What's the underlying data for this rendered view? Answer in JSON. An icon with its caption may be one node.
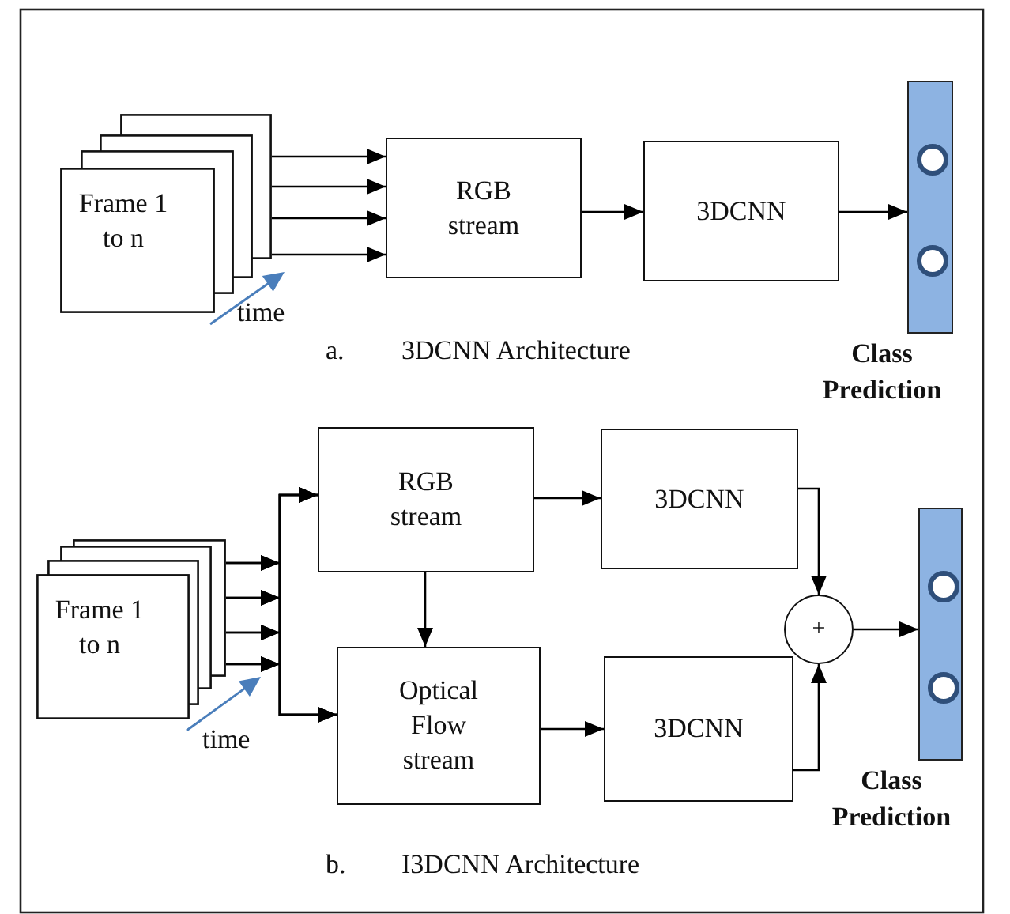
{
  "diagram": {
    "nodes": [
      {
        "text": [
          "Frame 1 to n"
        ]
      },
      {
        "text": [
          "RGB stream"
        ]
      },
      {
        "text": [
          "3DCNN"
        ]
      },
      {
        "text": [
          "Class Prediction"
        ]
      },
      {
        "text": [
          "Frame 1 to n"
        ]
      },
      {
        "text": [
          "RGB stream"
        ]
      },
      {
        "text": [
          "Optical Flow stream"
        ]
      },
      {
        "text": [
          "3DCNN"
        ]
      },
      {
        "text": [
          "3DCNN"
        ]
      },
      {
        "text": [
          "+"
        ]
      },
      {
        "text": [
          "Class Prediction"
        ]
      }
    ],
    "edges": [
      {
        "from": 0,
        "to": 1,
        "arrow": "to"
      },
      {
        "from": 0,
        "to": 1,
        "arrow": "to"
      },
      {
        "from": 0,
        "to": 1,
        "arrow": "to"
      },
      {
        "from": 0,
        "to": 1,
        "arrow": "to"
      },
      {
        "from": 1,
        "to": 2,
        "arrow": "to"
      },
      {
        "from": 2,
        "to": 3,
        "arrow": "to"
      },
      {
        "from": 4,
        "to": 5,
        "arrow": "to"
      },
      {
        "from": 4,
        "to": 5,
        "arrow": "to"
      },
      {
        "from": 4,
        "to": 5,
        "arrow": "to"
      },
      {
        "from": 4,
        "to": 5,
        "arrow": "to"
      },
      {
        "from": 4,
        "to": 6,
        "arrow": "to"
      },
      {
        "from": 4,
        "to": 6,
        "arrow": "to"
      },
      {
        "from": 4,
        "to": 6,
        "arrow": "to"
      },
      {
        "from": 4,
        "to": 6,
        "arrow": "to"
      },
      {
        "from": 5,
        "to": 6,
        "arrow": "to"
      },
      {
        "from": 5,
        "to": 7,
        "arrow": "to"
      },
      {
        "from": 6,
        "to": 8,
        "arrow": "to"
      },
      {
        "from": 7,
        "to": 9,
        "arrow": "to"
      },
      {
        "from": 8,
        "to": 9,
        "arrow": "to"
      },
      {
        "from": 9,
        "to": 10,
        "arrow": "to"
      }
    ],
    "labels": [
      "time",
      "a.",
      "3DCNN Architecture",
      "time",
      "b.",
      "I3DCNN Architecture"
    ]
  }
}
